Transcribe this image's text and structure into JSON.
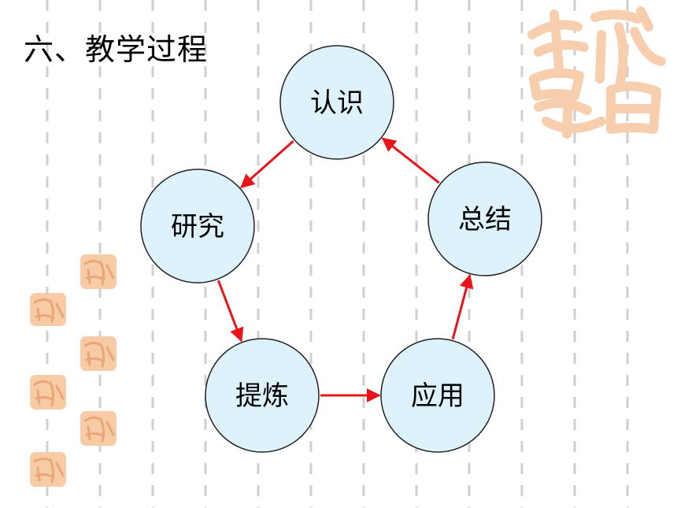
{
  "slide": {
    "title": "六、教学过程"
  },
  "diagram": {
    "nodes": [
      {
        "id": "renshi",
        "label": "认识"
      },
      {
        "id": "yanjiu",
        "label": "研究"
      },
      {
        "id": "tilian",
        "label": "提炼"
      },
      {
        "id": "yingyong",
        "label": "应用"
      },
      {
        "id": "zongjie",
        "label": "总结"
      }
    ],
    "edges": [
      {
        "from": "renshi",
        "to": "yanjiu"
      },
      {
        "from": "yanjiu",
        "to": "tilian"
      },
      {
        "from": "tilian",
        "to": "yingyong"
      },
      {
        "from": "yingyong",
        "to": "zongjie"
      },
      {
        "from": "zongjie",
        "to": "renshi"
      }
    ],
    "colors": {
      "node_fill": "#ddf2fb",
      "node_stroke": "#222222",
      "arrow": "#e8141a"
    }
  },
  "decorations": {
    "stamp_color": "#f6c7a0",
    "stamp_glyph_color": "#e9a878",
    "guide_line_color": "#c8c8c8"
  }
}
